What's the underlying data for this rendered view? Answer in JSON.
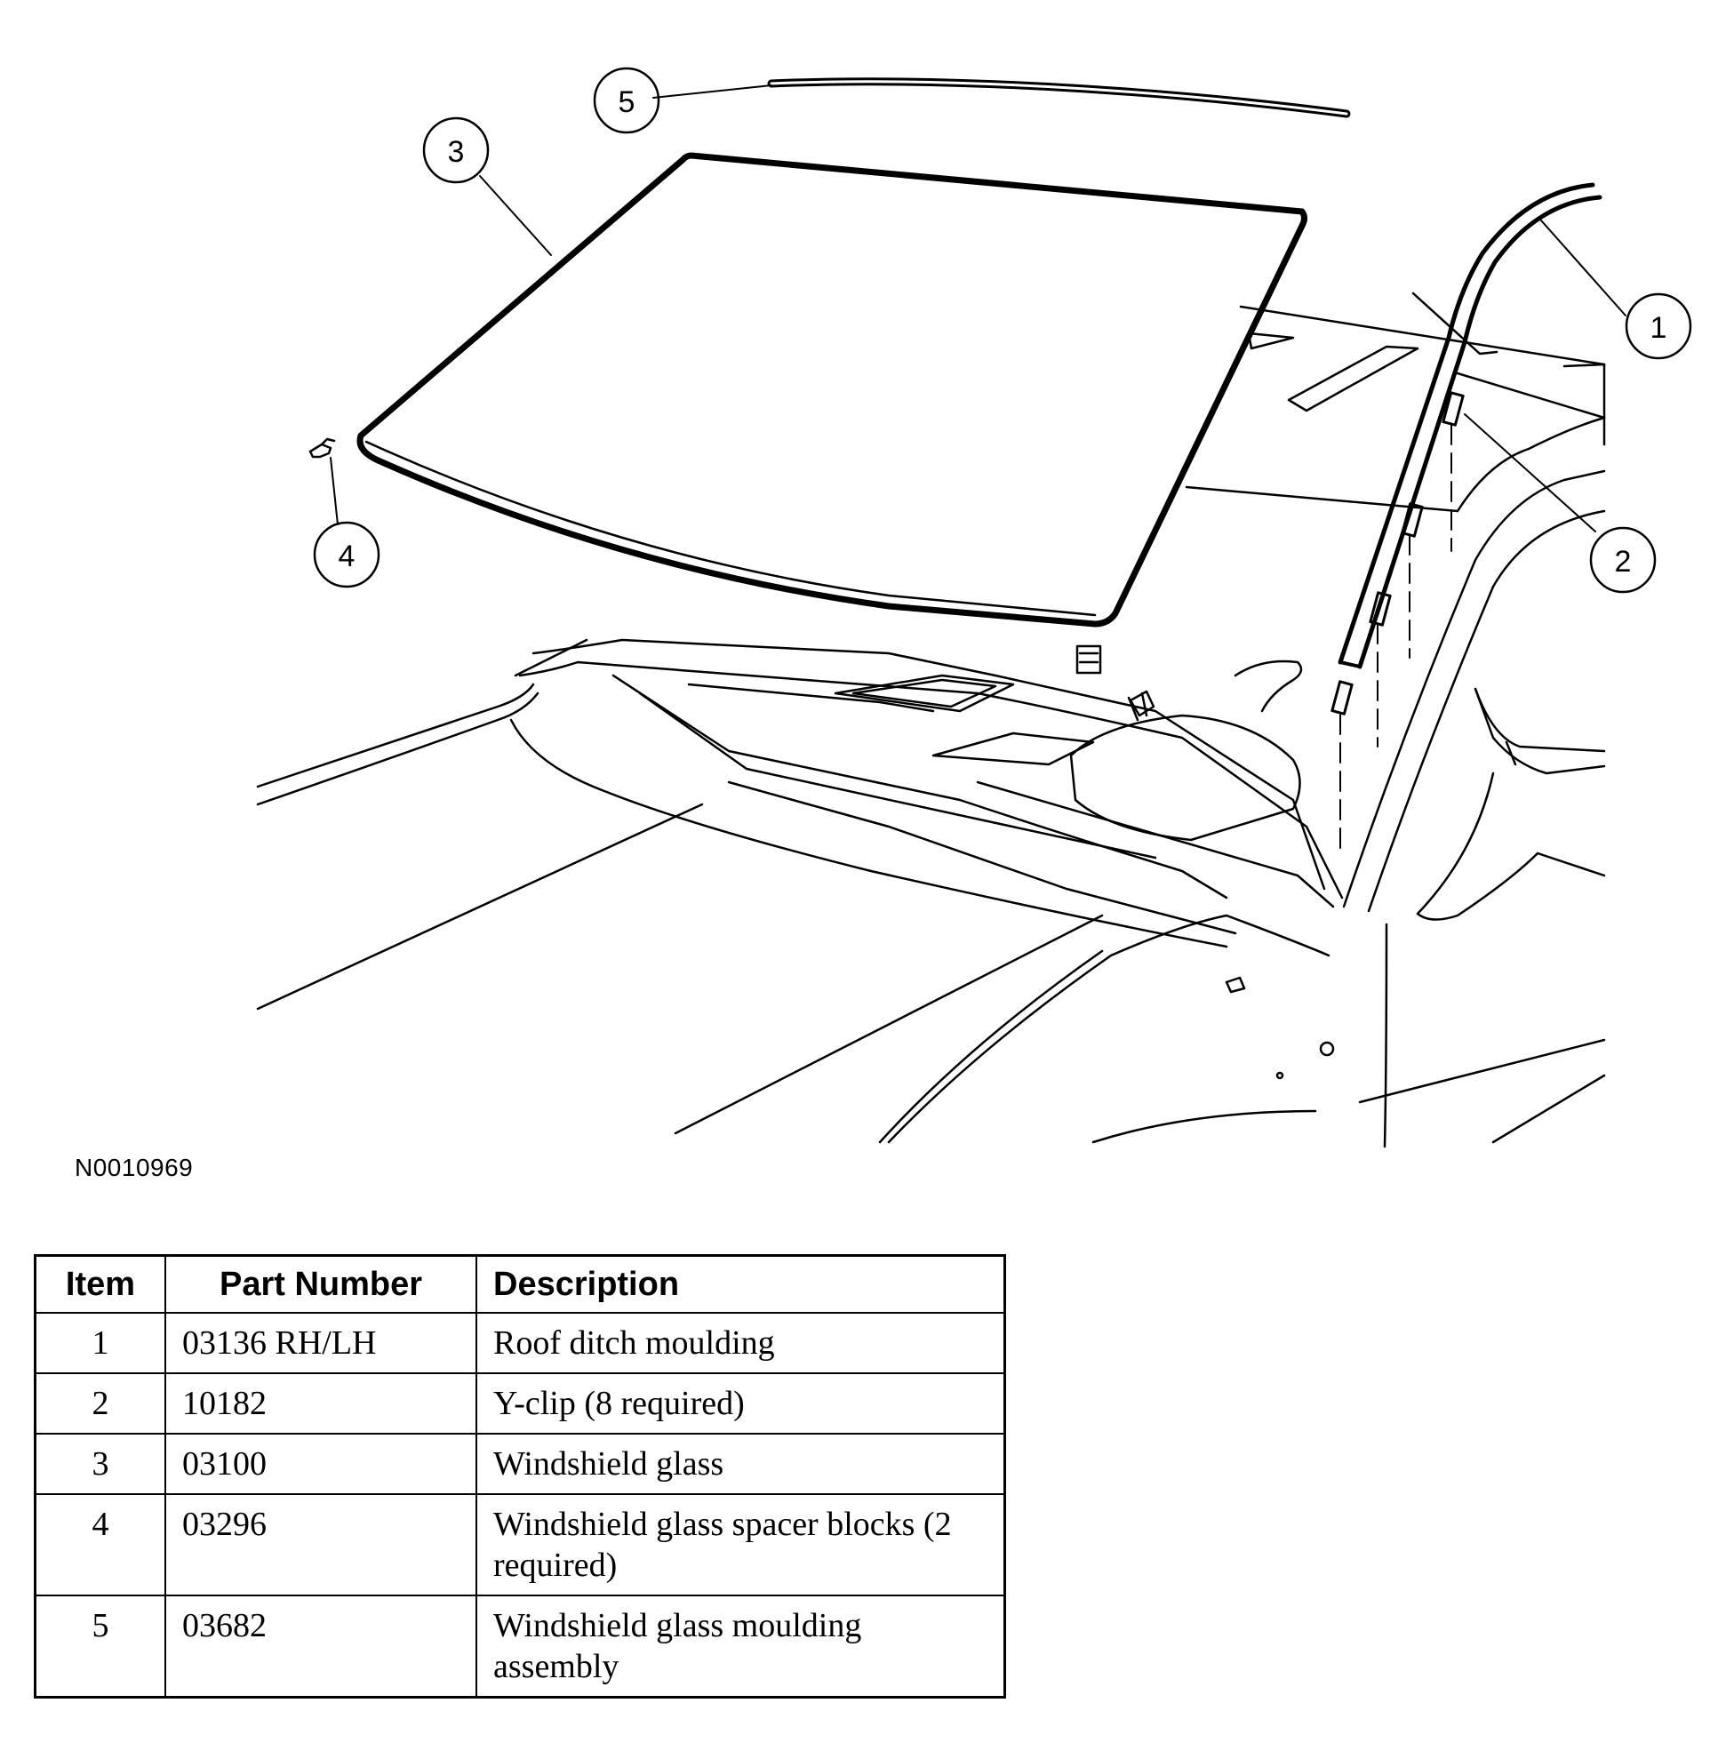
{
  "figure": {
    "id": "N0010969",
    "callouts": [
      "1",
      "2",
      "3",
      "4",
      "5"
    ]
  },
  "table": {
    "headers": [
      "Item",
      "Part Number",
      "Description"
    ],
    "rows": [
      {
        "item": "1",
        "part_number": "03136 RH/LH",
        "description": "Roof ditch moulding"
      },
      {
        "item": "2",
        "part_number": "10182",
        "description": "Y-clip (8 required)"
      },
      {
        "item": "3",
        "part_number": "03100",
        "description": "Windshield glass"
      },
      {
        "item": "4",
        "part_number": "03296",
        "description": "Windshield glass spacer blocks (2 required)"
      },
      {
        "item": "5",
        "part_number": "03682",
        "description": "Windshield glass moulding assembly"
      }
    ]
  }
}
